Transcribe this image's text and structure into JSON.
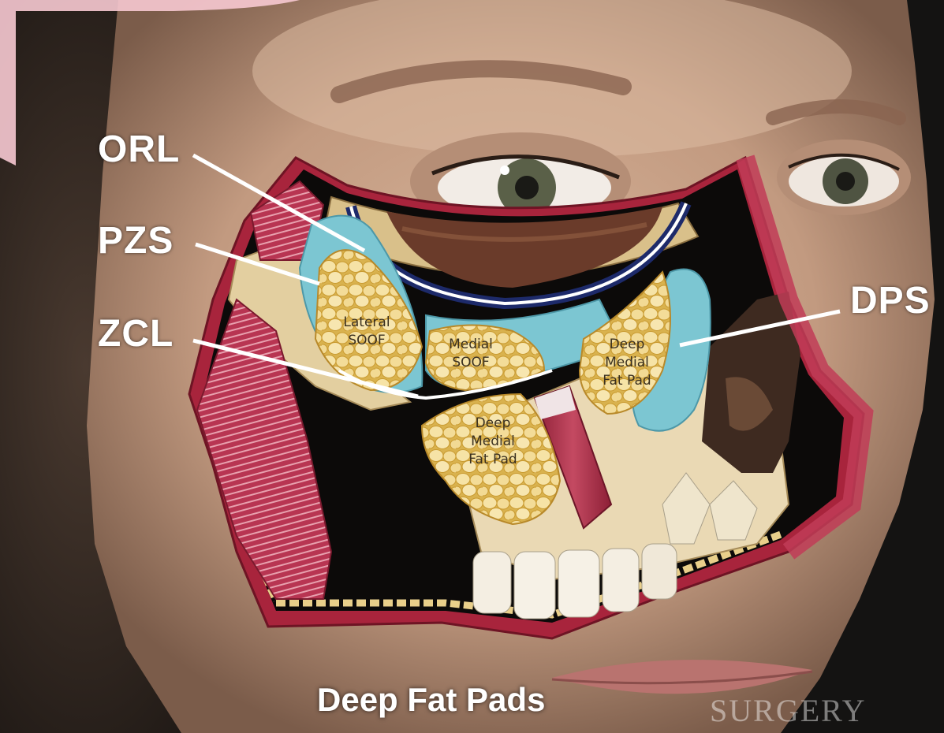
{
  "labels": {
    "orl": "ORL",
    "pzs": "PZS",
    "zcl": "ZCL",
    "dps": "DPS"
  },
  "fat_pads": {
    "lateral_soof": [
      "Lateral",
      "SOOF"
    ],
    "medial_soof": [
      "Medial",
      "SOOF"
    ],
    "deep_medial_upper": [
      "Deep",
      "Medial",
      "Fat Pad"
    ],
    "deep_medial_lower": [
      "Deep",
      "Medial",
      "Fat Pad"
    ]
  },
  "caption": "Deep Fat Pads",
  "watermark": "SURGERY",
  "colors": {
    "callout_text": "#ffffff",
    "background": "#141312",
    "skin": "#c9a38a",
    "muscle": "#b0304a",
    "fat": "#f0d58a",
    "space": "#7cc6d2",
    "bone": "#e8dcc0"
  }
}
